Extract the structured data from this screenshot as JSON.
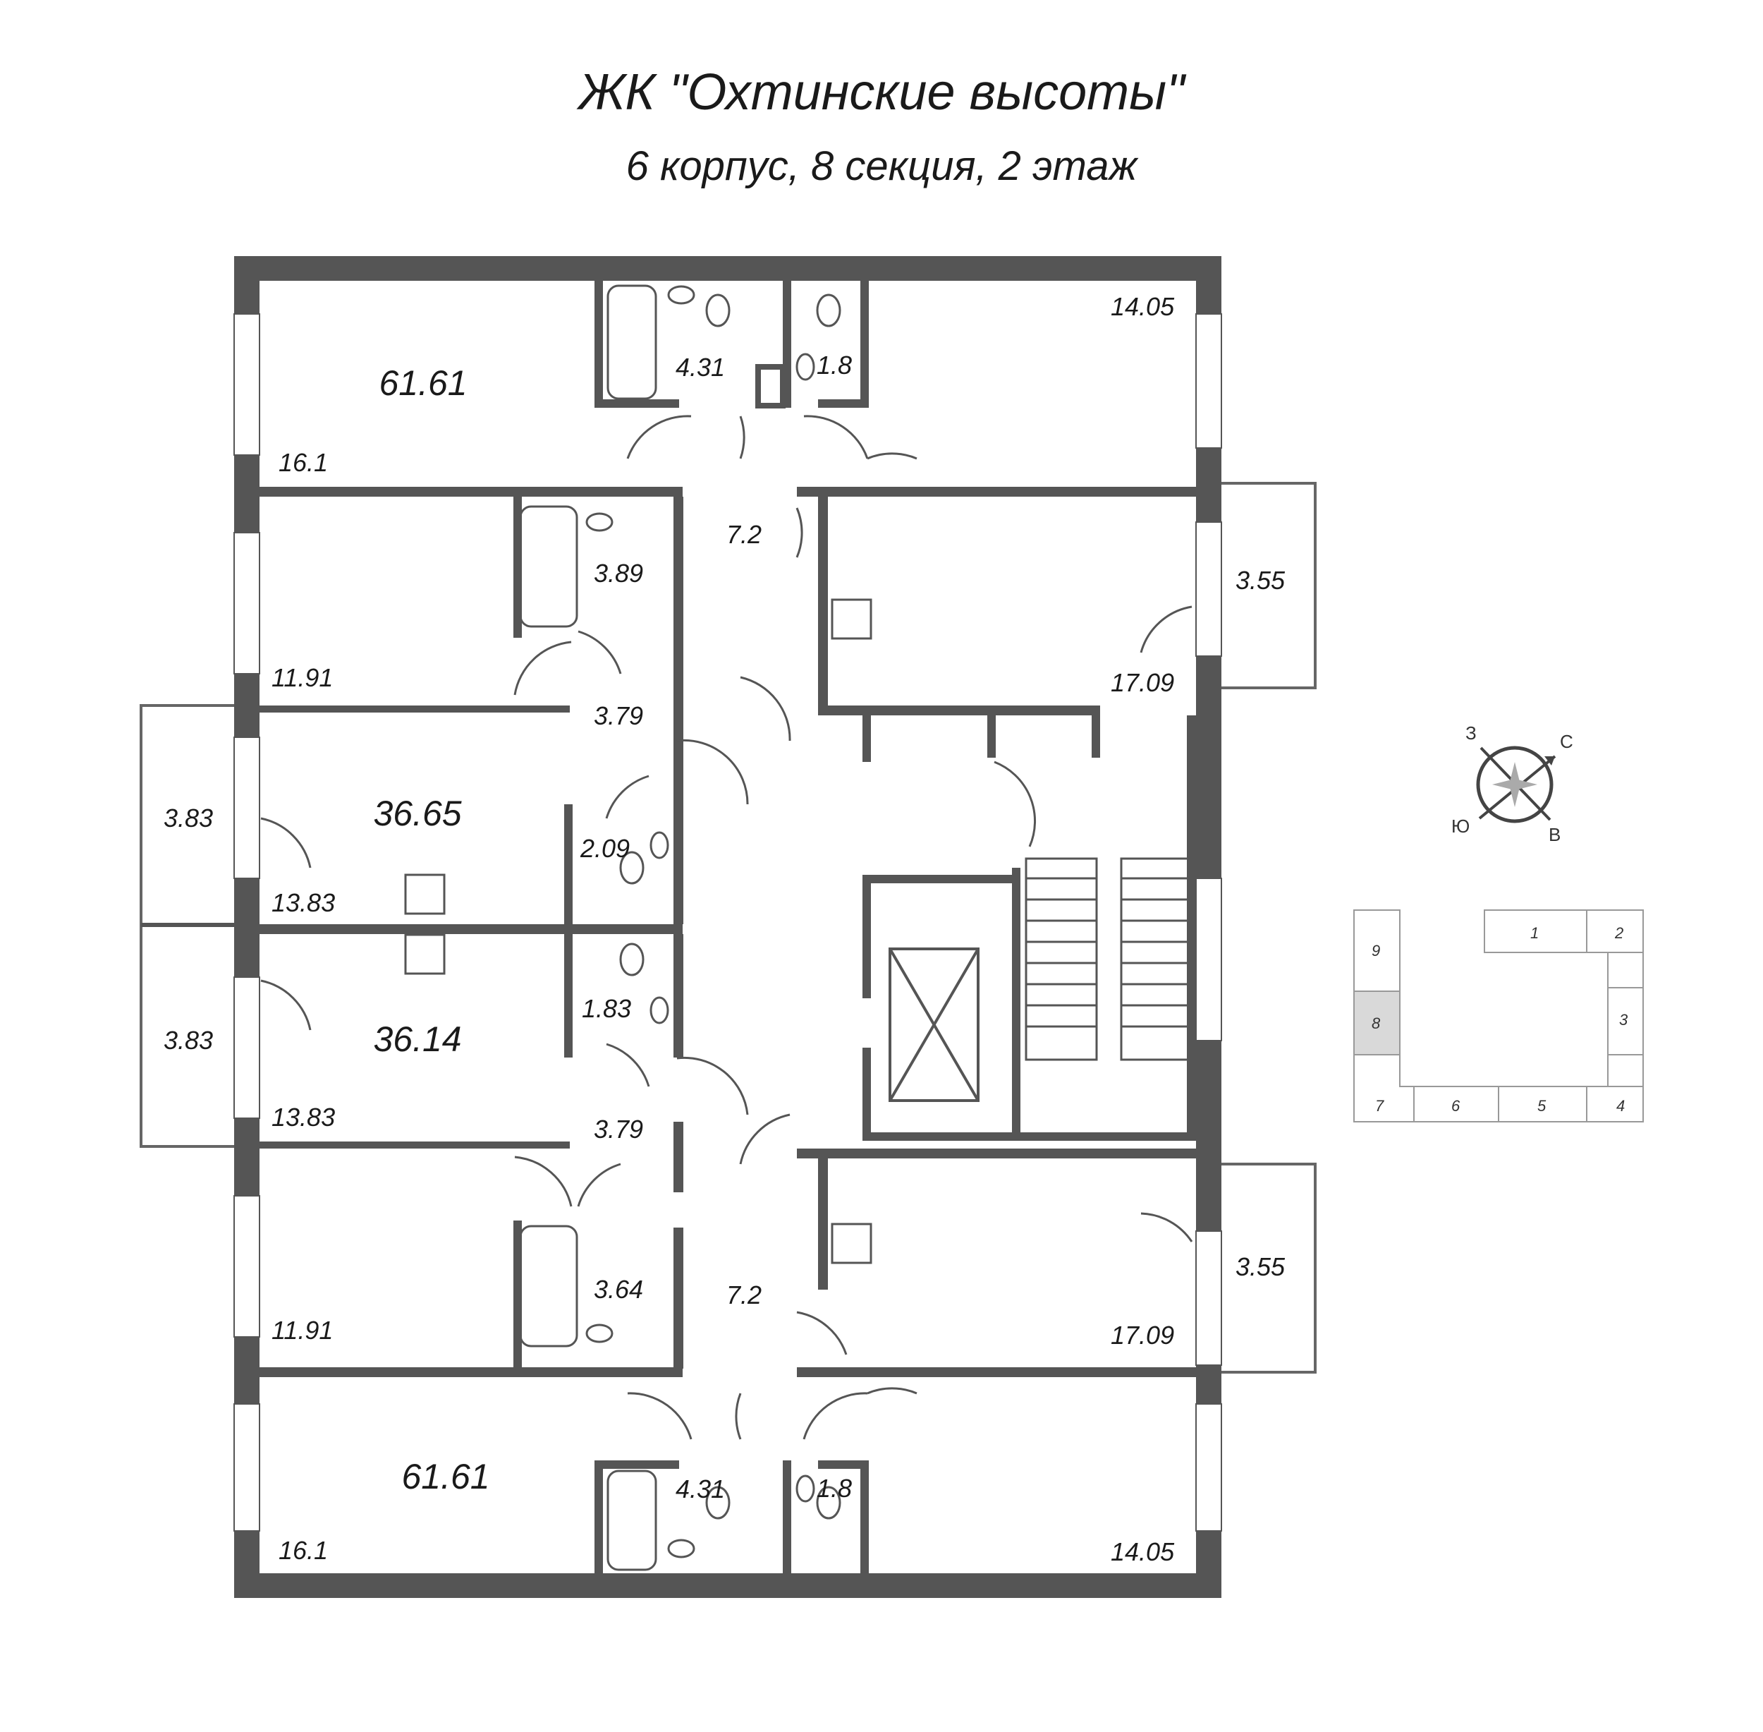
{
  "title": {
    "complex": "ЖК \"Охтинские высоты\"",
    "subtitle": "6 корпус, 8 секция, 2 этаж"
  },
  "apartments": {
    "top_left": {
      "total": "61.61",
      "room": "16.1",
      "bath": "4.31",
      "wc": "1.8",
      "hall": "7.2",
      "room2": "14.05",
      "kitchen": "17.09",
      "balcony": "3.55",
      "room3": "11.91",
      "bath2": "3.89",
      "corridor": "3.79"
    },
    "middle_upper": {
      "total": "36.65",
      "balcony": "3.83",
      "room": "13.83",
      "bath": "2.09"
    },
    "middle_lower": {
      "total": "36.14",
      "balcony": "3.83",
      "room": "13.83",
      "bath": "1.83",
      "corridor": "3.79"
    },
    "bottom_left": {
      "total": "61.61",
      "room": "16.1",
      "bath": "4.31",
      "wc": "1.8",
      "hall": "7.2",
      "room2": "14.05",
      "kitchen": "17.09",
      "balcony": "3.55",
      "room3": "11.91",
      "bath2": "3.64"
    }
  },
  "compass": {
    "north": "С",
    "south": "Ю",
    "east": "В",
    "west": "З"
  },
  "section_key": {
    "sections": [
      "1",
      "2",
      "3",
      "4",
      "5",
      "6",
      "7",
      "8",
      "9"
    ],
    "highlighted": "8",
    "highlight_color": "#d9d9d9"
  },
  "colors": {
    "wall": "#555555",
    "line": "#333333"
  }
}
